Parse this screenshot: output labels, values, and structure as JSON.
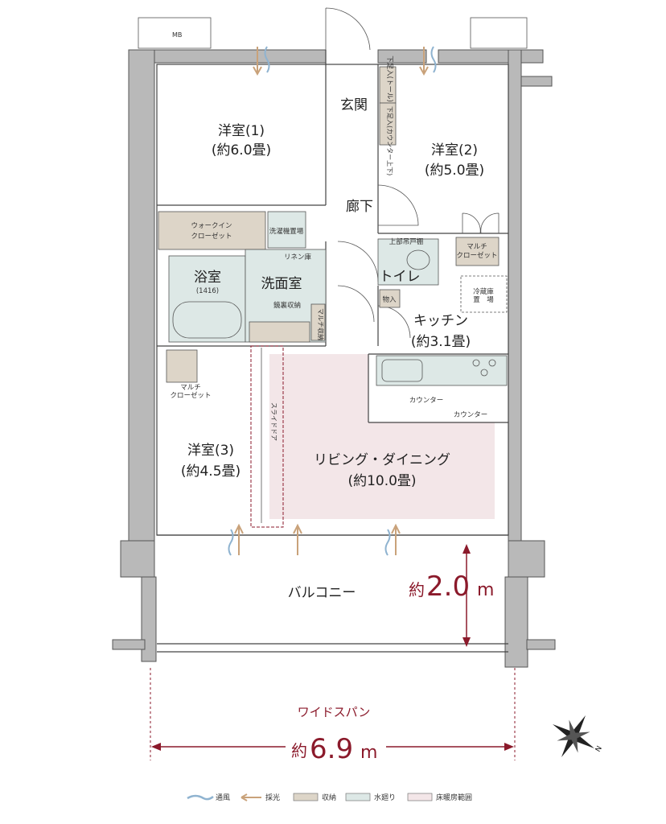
{
  "rooms": {
    "western1": {
      "name": "洋室(1)",
      "size": "(約6.0畳)"
    },
    "western2": {
      "name": "洋室(2)",
      "size": "(約5.0畳)"
    },
    "western3": {
      "name": "洋室(3)",
      "size": "(約4.5畳)"
    },
    "entrance": "玄関",
    "hallway": "廊下",
    "bathroom": {
      "name": "浴室",
      "size": "(1416)"
    },
    "washroom": "洗面室",
    "toilet": "トイレ",
    "kitchen": {
      "name": "キッチン",
      "size": "(約3.1畳)"
    },
    "living": {
      "name": "リビング・ダイニング",
      "size": "(約10.0畳)"
    },
    "balcony": "バルコニー"
  },
  "labels": {
    "mb": "MB",
    "shoe_tall": "下足入(トール)",
    "shoe_counter": "下足入(カウンター上下)",
    "walk_in_closet_1": "ウォークイン",
    "walk_in_closet_2": "クローゼット",
    "washer": "洗濯機置場",
    "linen": "リネン庫",
    "mirror_storage": "鏡裏収納",
    "multi_storage": "マルチ収納",
    "upper_cabinet": "上部吊戸棚",
    "multi_closet_1": "マルチ",
    "multi_closet_2": "クローゼット",
    "fridge_1": "冷蔵庫",
    "fridge_2": "置　場",
    "storage": "物入",
    "counter": "カウンター",
    "slide_door": "スライドドア"
  },
  "dimensions": {
    "balcony_depth_prefix": "約",
    "balcony_depth_value": "2.0",
    "balcony_depth_unit": "m",
    "wide_span_title": "ワイドスパン",
    "wide_span_prefix": "約",
    "wide_span_value": "6.9",
    "wide_span_unit": "m"
  },
  "compass": {
    "label": "N",
    "icon": "compass-rose-icon"
  },
  "legend": [
    {
      "icon": "ventilation-wave-icon",
      "label": "通風",
      "color": "#8fb3d0"
    },
    {
      "icon": "daylight-arrow-icon",
      "label": "採光",
      "color": "#c9a27a"
    },
    {
      "icon": "storage-swatch",
      "label": "収納",
      "color": "#ddd5c8"
    },
    {
      "icon": "water-swatch",
      "label": "水廻り",
      "color": "#dde8e6"
    },
    {
      "icon": "floor-heating-swatch",
      "label": "床暖房範囲",
      "color": "#f3e6e8"
    }
  ],
  "colors": {
    "accent": "#8b1a2b",
    "wall": "#b9b9b9"
  }
}
